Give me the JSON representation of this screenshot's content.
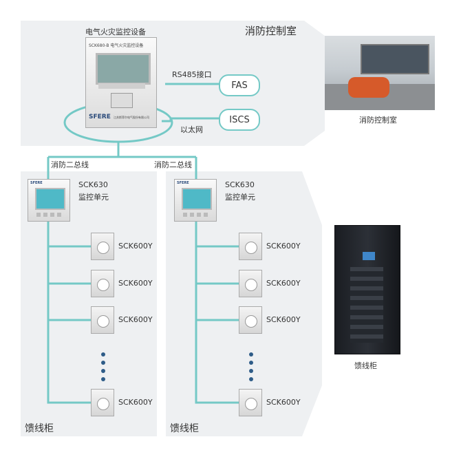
{
  "control_room": {
    "title": "消防控制室",
    "device_title": "电气火灾监控设备",
    "device_model": "SCK680-B  电气火灾监控设备",
    "brand": "SFERE",
    "brand_sub": "江苏斯菲尔电气股份有限公司",
    "rs485_label": "RS485接口",
    "fas_label": "FAS",
    "iscs_label": "ISCS",
    "ethernet_label": "以太网",
    "photo_caption": "消防控制室"
  },
  "bus_labels": [
    "消防二总线",
    "消防二总线"
  ],
  "feeders": [
    {
      "monitor_model": "SCK630",
      "monitor_desc": "监控单元",
      "brand": "SFERE",
      "sensors": [
        "SCK600Y",
        "SCK600Y",
        "SCK600Y",
        "SCK600Y"
      ],
      "cabinet_label": "馈线柜"
    },
    {
      "monitor_model": "SCK630",
      "monitor_desc": "监控单元",
      "brand": "SFERE",
      "sensors": [
        "SCK600Y",
        "SCK600Y",
        "SCK600Y",
        "SCK600Y"
      ],
      "cabinet_label": "馈线柜"
    }
  ],
  "cabinet_photo_caption": "馈线柜",
  "colors": {
    "wire": "#74c9c6",
    "panel": "#eef0f2",
    "bubble_stroke": "#74c9c6"
  }
}
